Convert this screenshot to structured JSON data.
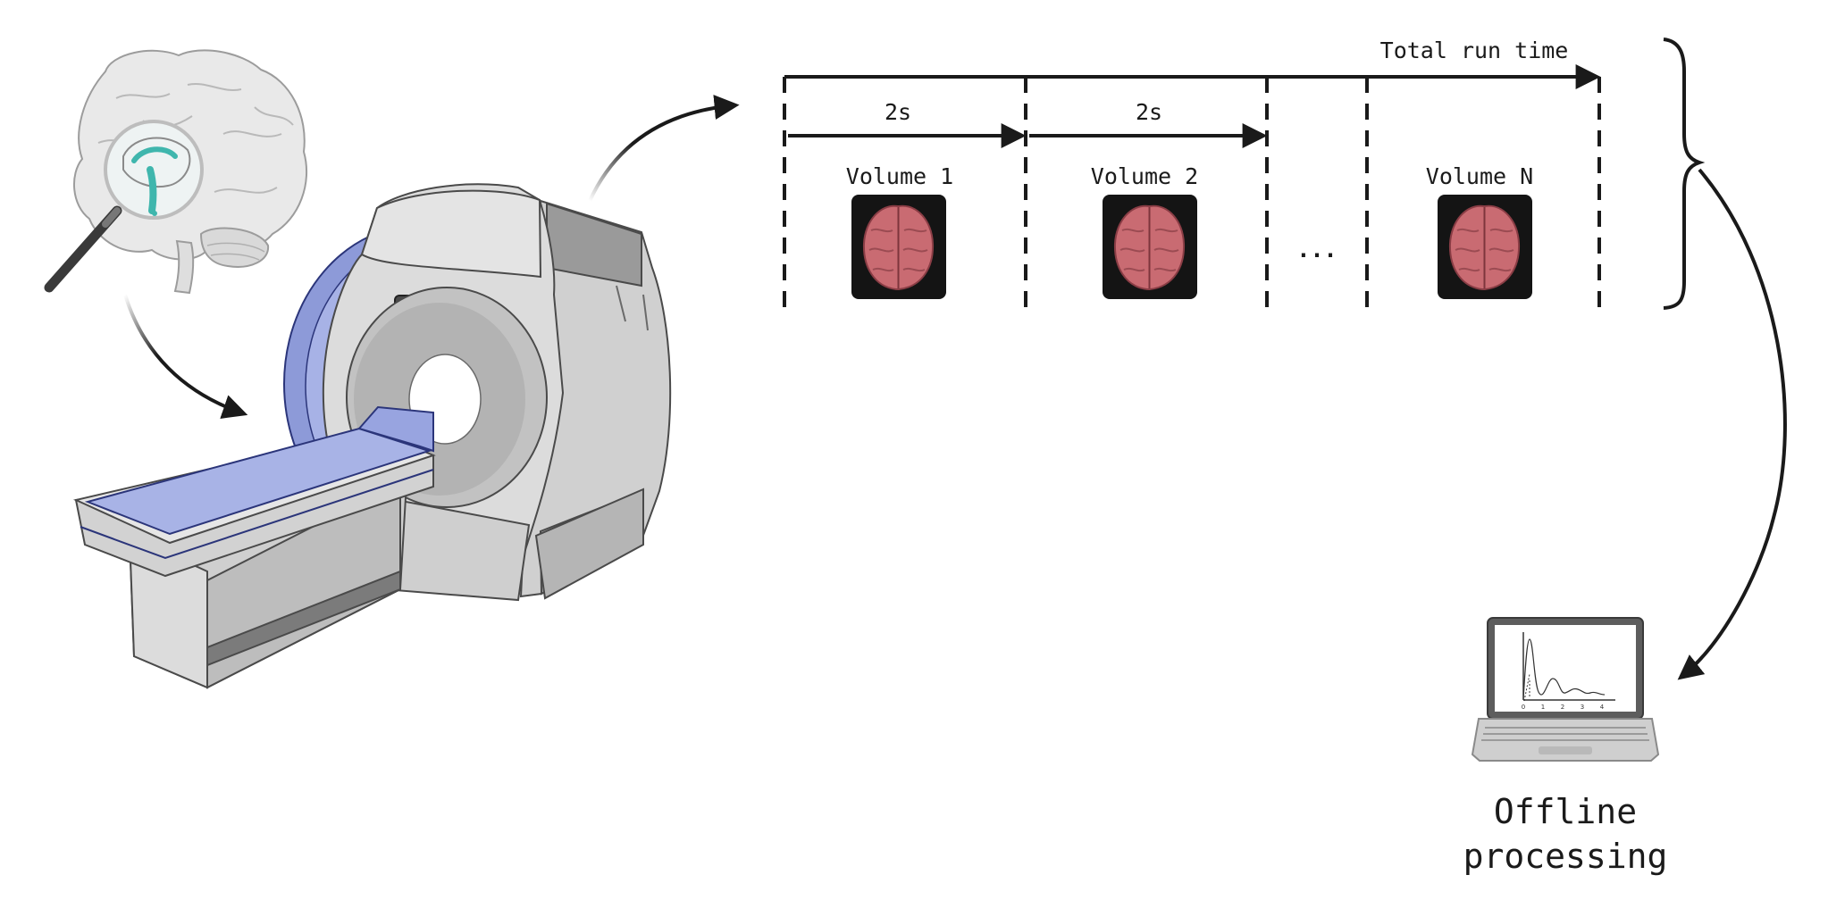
{
  "timeline": {
    "total_label": "Total run time",
    "interval_labels": [
      "2s",
      "2s"
    ],
    "volumes": [
      "Volume 1",
      "Volume 2",
      "Volume N"
    ],
    "ellipsis": "..."
  },
  "output": {
    "label_line1": "Offline",
    "label_line2": "processing"
  },
  "laptop_plot": {
    "tick_labels": [
      "0",
      "1",
      "2",
      "3",
      "4"
    ]
  },
  "colors": {
    "scanner_accent": "#8d9ad8",
    "scanner_body": "#d8d8d8",
    "brain_tissue": "#c96b72",
    "thumbnail_bg": "#141414",
    "highlight_teal": "#3fb6ad",
    "ink": "#1a1a1a"
  },
  "icons": [
    "brain-icon",
    "magnifier-icon",
    "mri-scanner-icon",
    "brain-volume-icon",
    "laptop-icon"
  ]
}
